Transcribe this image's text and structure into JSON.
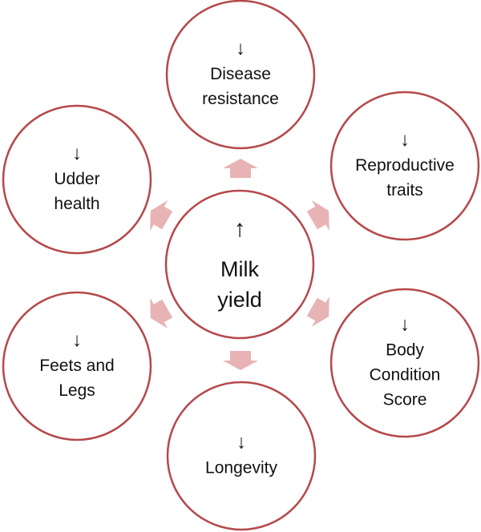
{
  "colors": {
    "circle_stroke": "#b5484a",
    "circle_fill": "#ffffff",
    "connector_fill": "#e8b3b4",
    "text": "#111111",
    "background": "#ffffff"
  },
  "center": {
    "arrow": "↑",
    "line1": "Milk",
    "line2": "yield",
    "arrow_icon": "up-arrow-icon"
  },
  "traits": [
    {
      "key": "disease-resistance",
      "arrow": "↓",
      "lines": [
        "Disease",
        "resistance"
      ],
      "arrow_icon": "down-arrow-icon"
    },
    {
      "key": "reproductive-traits",
      "arrow": "↓",
      "lines": [
        "Reproductive",
        "traits"
      ],
      "arrow_icon": "down-arrow-icon"
    },
    {
      "key": "body-condition-score",
      "arrow": "↓",
      "lines": [
        "Body",
        "Condition",
        "Score"
      ],
      "arrow_icon": "down-arrow-icon"
    },
    {
      "key": "longevity",
      "arrow": "↓",
      "lines": [
        "Longevity"
      ],
      "arrow_icon": "down-arrow-icon"
    },
    {
      "key": "feets-and-legs",
      "arrow": "↓",
      "lines": [
        "Feets and",
        "Legs"
      ],
      "arrow_icon": "down-arrow-icon"
    },
    {
      "key": "udder-health",
      "arrow": "↓",
      "lines": [
        "Udder",
        "health"
      ],
      "arrow_icon": "down-arrow-icon"
    }
  ]
}
